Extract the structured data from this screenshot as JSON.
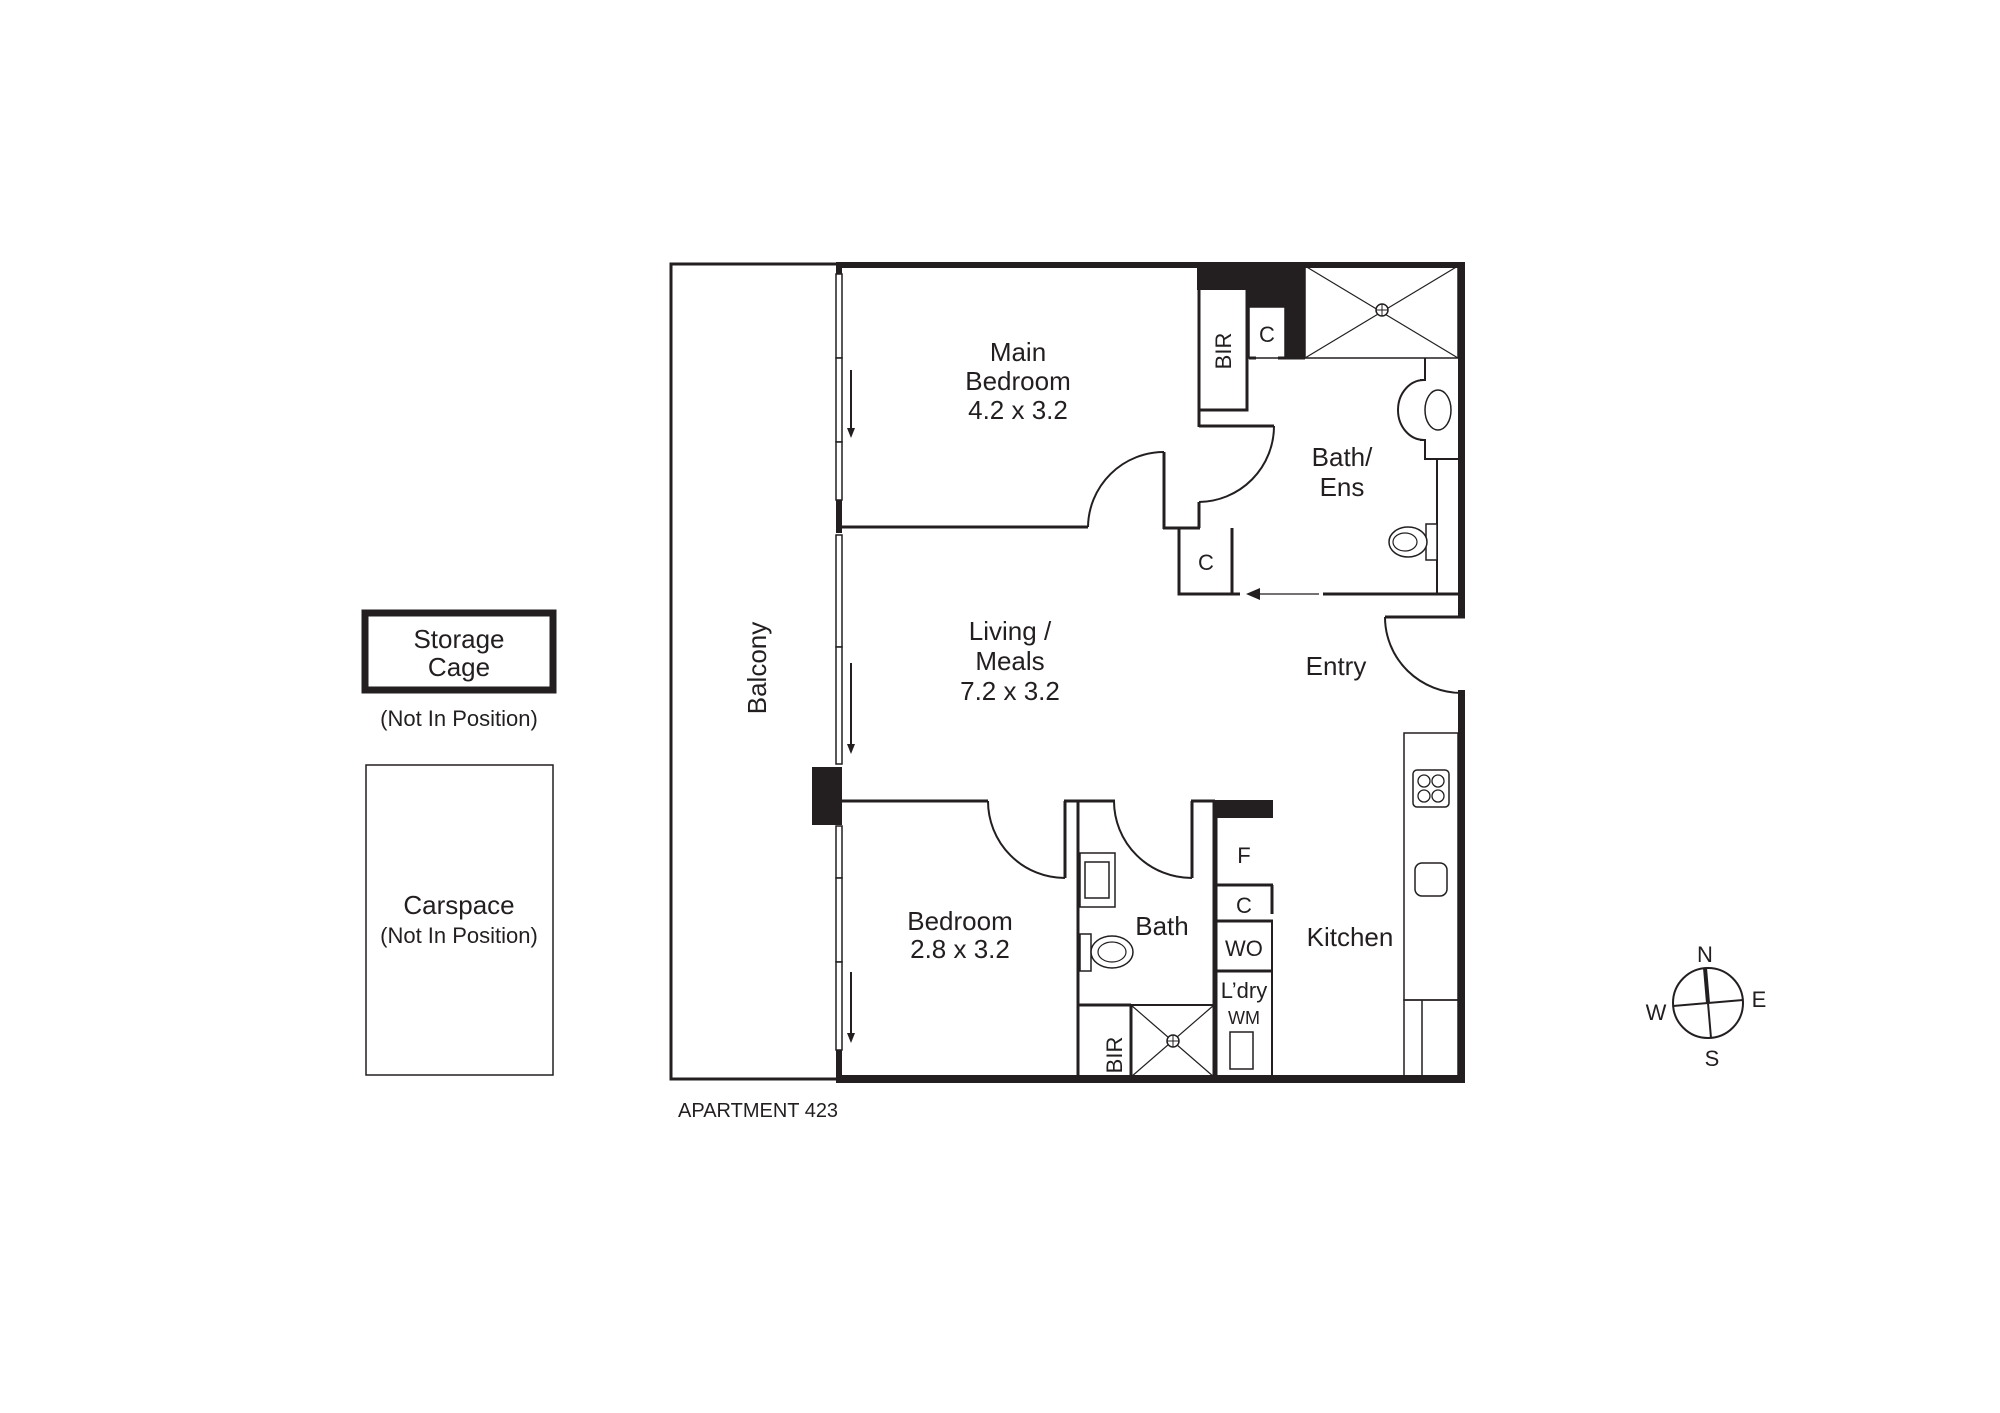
{
  "colors": {
    "line": "#231f20",
    "background": "#ffffff"
  },
  "plan": {
    "title": "APARTMENT 423",
    "rooms": {
      "main_bedroom": {
        "name_line1": "Main",
        "name_line2": "Bedroom",
        "size": "4.2 x 3.2"
      },
      "bath_ens": {
        "name_line1": "Bath/",
        "name_line2": "Ens"
      },
      "living": {
        "name_line1": "Living /",
        "name_line2": "Meals",
        "size": "7.2 x 3.2"
      },
      "entry": {
        "name": "Entry"
      },
      "bedroom": {
        "name": "Bedroom",
        "size": "2.8 x 3.2"
      },
      "bath": {
        "name": "Bath"
      },
      "kitchen": {
        "name": "Kitchen"
      },
      "balcony": {
        "name": "Balcony"
      }
    },
    "fixtures": {
      "main_bir": "BIR",
      "main_c": "C",
      "hall_c": "C",
      "bed_bir": "BIR",
      "fridge": "F",
      "kitchen_c": "C",
      "wall_oven": "WO",
      "laundry": "L’dry",
      "washing_machine": "WM"
    }
  },
  "ancillary": {
    "storage": {
      "line1": "Storage",
      "line2": "Cage",
      "note": "(Not In Position)"
    },
    "carspace": {
      "line1": "Carspace",
      "line2": "(Not In Position)"
    }
  },
  "compass": {
    "n": "N",
    "e": "E",
    "s": "S",
    "w": "W"
  }
}
